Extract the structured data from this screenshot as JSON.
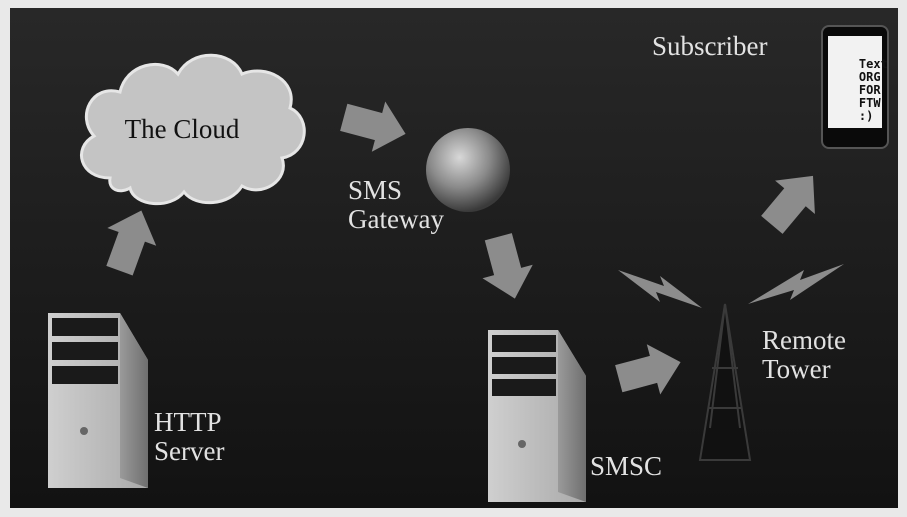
{
  "nodes": {
    "cloud": {
      "label": "The Cloud"
    },
    "gateway": {
      "label_lines": [
        "SMS",
        "Gateway"
      ]
    },
    "subscriber": {
      "label": "Subscriber",
      "phone_screen_lines": [
        "Text",
        "ORG",
        "FOR",
        "FTW",
        ":)"
      ]
    },
    "http_server": {
      "label_lines": [
        "HTTP",
        "Server"
      ]
    },
    "smsc": {
      "label": "SMSC"
    },
    "tower": {
      "label_lines": [
        "Remote",
        "Tower"
      ]
    }
  },
  "colors": {
    "background": "#1c1c1c",
    "arrow": "#8c8c8c",
    "cloud": "#c4c4c4",
    "label": "#e2e2e2"
  }
}
